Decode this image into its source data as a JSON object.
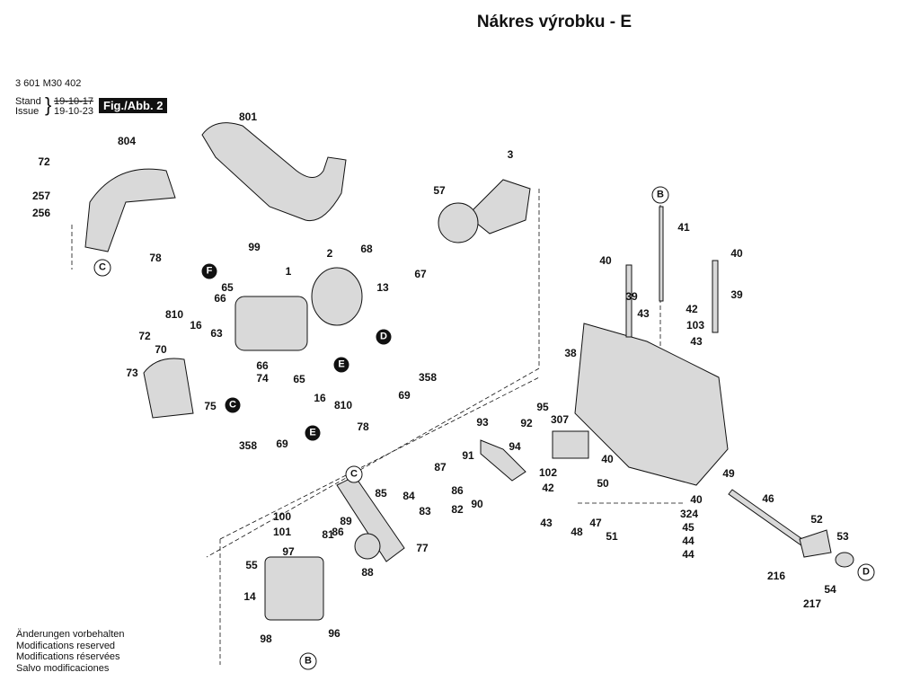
{
  "header": {
    "title": "Nákres výrobku - E",
    "part_number": "3 601 M30 402",
    "stand_label": "Stand",
    "issue_label": "Issue",
    "old_date": "19-10-17",
    "issue_date": "19-10-23",
    "figure_badge": "Fig./Abb. 2"
  },
  "footer": {
    "notes": [
      "Änderungen vorbehalten",
      "Modifications reserved",
      "Modifications réservées",
      "Salvo modificaciones"
    ]
  },
  "diagram": {
    "part_labels": [
      "801",
      "804",
      "72",
      "257",
      "256",
      "C",
      "3",
      "57",
      "2",
      "68",
      "99",
      "1",
      "F",
      "78",
      "65",
      "66",
      "13",
      "67",
      "810",
      "16",
      "D",
      "72",
      "70",
      "63",
      "66",
      "74",
      "E",
      "65",
      "73",
      "358",
      "16",
      "810",
      "69",
      "75",
      "C",
      "78",
      "358",
      "69",
      "E",
      "B",
      "41",
      "40",
      "40",
      "39",
      "39",
      "42",
      "43",
      "103",
      "43",
      "38",
      "93",
      "92",
      "95",
      "307",
      "94",
      "91",
      "87",
      "C",
      "85",
      "40",
      "102",
      "50",
      "42",
      "49",
      "84",
      "86",
      "82",
      "90",
      "83",
      "40",
      "46",
      "43",
      "47",
      "324",
      "45",
      "48",
      "51",
      "52",
      "100",
      "89",
      "101",
      "81",
      "86",
      "77",
      "44",
      "53",
      "97",
      "44",
      "88",
      "55",
      "216",
      "D",
      "54",
      "14",
      "217",
      "98",
      "96",
      "B"
    ],
    "line_color": "#111111",
    "part_fill": "#d9d9d9"
  }
}
